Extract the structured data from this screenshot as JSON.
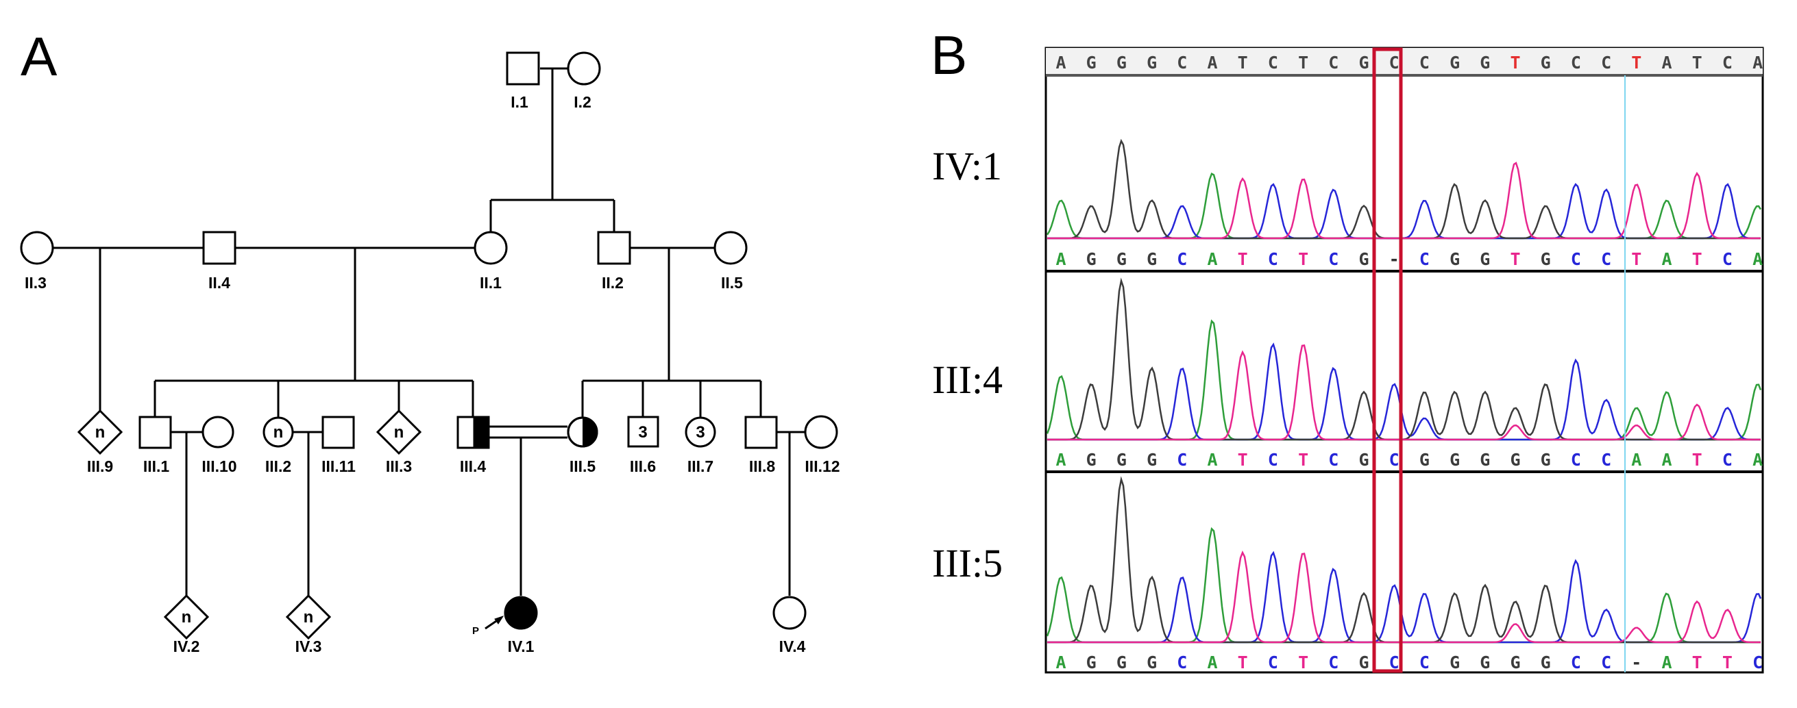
{
  "panels": {
    "a": "A",
    "b": "B"
  },
  "pedigree": {
    "individuals": [
      {
        "id": "I.1",
        "sex": "male",
        "status": "unaffected"
      },
      {
        "id": "I.2",
        "sex": "female",
        "status": "unaffected"
      },
      {
        "id": "II.3",
        "sex": "female",
        "status": "unaffected"
      },
      {
        "id": "II.4",
        "sex": "male",
        "status": "unaffected"
      },
      {
        "id": "II.1",
        "sex": "female",
        "status": "unaffected"
      },
      {
        "id": "II.2",
        "sex": "male",
        "status": "unaffected"
      },
      {
        "id": "II.5",
        "sex": "female",
        "status": "unaffected"
      },
      {
        "id": "III.9",
        "sex": "unknown",
        "status": "unaffected",
        "inner": "n"
      },
      {
        "id": "III.1",
        "sex": "male",
        "status": "unaffected"
      },
      {
        "id": "III.10",
        "sex": "female",
        "status": "unaffected"
      },
      {
        "id": "III.2",
        "sex": "female",
        "status": "unaffected",
        "inner": "n"
      },
      {
        "id": "III.11",
        "sex": "male",
        "status": "unaffected"
      },
      {
        "id": "III.3",
        "sex": "unknown",
        "status": "unaffected",
        "inner": "n"
      },
      {
        "id": "III.4",
        "sex": "male",
        "status": "carrier"
      },
      {
        "id": "III.5",
        "sex": "female",
        "status": "carrier"
      },
      {
        "id": "III.6",
        "sex": "male",
        "status": "unaffected",
        "inner": "3"
      },
      {
        "id": "III.7",
        "sex": "female",
        "status": "unaffected",
        "inner": "3"
      },
      {
        "id": "III.8",
        "sex": "male",
        "status": "unaffected"
      },
      {
        "id": "III.12",
        "sex": "female",
        "status": "unaffected"
      },
      {
        "id": "IV.2",
        "sex": "unknown",
        "status": "unaffected",
        "inner": "n"
      },
      {
        "id": "IV.3",
        "sex": "unknown",
        "status": "unaffected",
        "inner": "n"
      },
      {
        "id": "IV.1",
        "sex": "female",
        "status": "affected",
        "proband": true
      },
      {
        "id": "IV.4",
        "sex": "female",
        "status": "unaffected"
      }
    ],
    "proband_marker": "P"
  },
  "chromatogram": {
    "reference": [
      "A",
      "G",
      "G",
      "G",
      "C",
      "A",
      "T",
      "C",
      "T",
      "C",
      "G",
      "C",
      "C",
      "G",
      "G",
      "T",
      "G",
      "C",
      "C",
      "T",
      "A",
      "T",
      "C",
      "A"
    ],
    "reference_highlight": [
      15,
      19
    ],
    "samples": [
      {
        "name": "IV:1",
        "calls": [
          "A",
          "G",
          "G",
          "G",
          "C",
          "A",
          "T",
          "C",
          "T",
          "C",
          "G",
          "-",
          "C",
          "G",
          "G",
          "T",
          "G",
          "C",
          "C",
          "T",
          "A",
          "T",
          "C",
          "A"
        ]
      },
      {
        "name": "III:4",
        "calls": [
          "A",
          "G",
          "G",
          "G",
          "C",
          "A",
          "T",
          "C",
          "T",
          "C",
          "G",
          "C",
          "G",
          "G",
          "G",
          "G",
          "G",
          "C",
          "C",
          "A",
          "A",
          "T",
          "C",
          "A"
        ]
      },
      {
        "name": "III:5",
        "calls": [
          "A",
          "G",
          "G",
          "G",
          "C",
          "A",
          "T",
          "C",
          "T",
          "C",
          "G",
          "C",
          "C",
          "G",
          "G",
          "G",
          "G",
          "C",
          "C",
          "-",
          "A",
          "T",
          "T",
          "C"
        ]
      }
    ],
    "highlight_index": 11,
    "colors": {
      "A": "#2e9e3a",
      "G": "#3c3c3c",
      "C": "#2626d8",
      "T": "#e8268e",
      "box": "#c8102e",
      "guide": "#7fd6f0",
      "ref_alt": "#e53030"
    }
  }
}
